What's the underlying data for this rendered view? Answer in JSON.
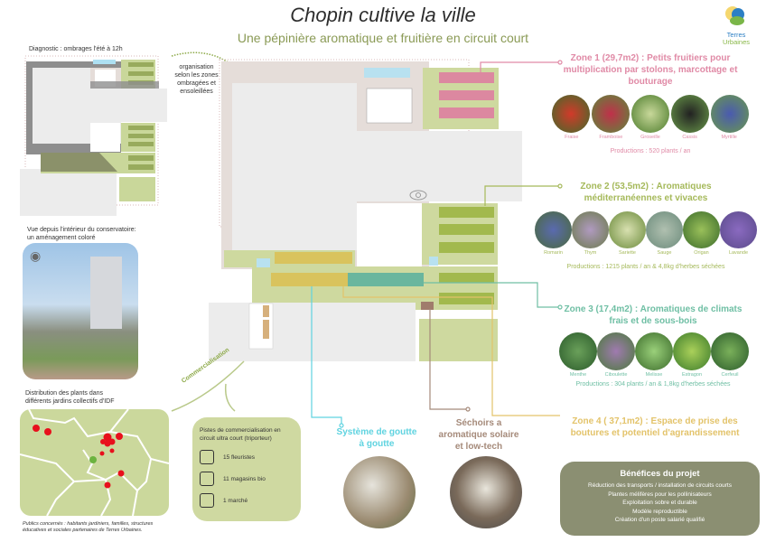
{
  "header": {
    "title": "Chopin cultive la ville",
    "subtitle": "Une pépinière aromatique et fruitière en circuit court"
  },
  "logo": {
    "line1": "Terres",
    "line2": "Urbaines"
  },
  "diagnostic": {
    "label": "Diagnostic : ombrages l'été à 12h"
  },
  "organisation": {
    "text": "organisation selon les zones ombragées et ensoleillées"
  },
  "view": {
    "label_line1": "Vue depuis l'intérieur du conservatoire:",
    "label_line2": "un aménagement coloré"
  },
  "distribution": {
    "label_line1": "Distribution des plants dans",
    "label_line2": "différents jardins collectifs d'IDF",
    "publics": "Publics concernés : habitants jardiniers, familles, structures éducatives et sociales partenaires de Terres Urbaines."
  },
  "commercialisation": {
    "label": "Commercialisation"
  },
  "pistes": {
    "title": "Pistes de commercialisation en circuit ultra court (triporteur)",
    "items": [
      {
        "icon": "florist-icon",
        "label": "15 fleuristes"
      },
      {
        "icon": "shop-icon",
        "label": "11 magasins bio"
      },
      {
        "icon": "market-stall-icon",
        "label": "1 marché"
      }
    ]
  },
  "zones": [
    {
      "title": "Zone 1 (29,7m2) : Petits fruitiers pour multiplication par stolons, marcottage et bouturage",
      "color": "#e08aa6",
      "plants": [
        "Fraise",
        "Framboise",
        "Groseille",
        "Cassis",
        "Myrtille"
      ],
      "production": "Productions : 520 plants / an"
    },
    {
      "title": "Zone 2 (53,5m2) : Aromatiques méditerranéennes et vivaces",
      "color": "#a5b95a",
      "plants": [
        "Romarin",
        "Thym",
        "Sariette",
        "Sauge",
        "Origan",
        "Lavande"
      ],
      "production": "Productions : 1215 plants / an & 4,8kg d'herbes séchées"
    },
    {
      "title": "Zone 3 (17,4m2) : Aromatiques de climats frais et de sous-bois",
      "color": "#6fbfa4",
      "plants": [
        "Menthe",
        "Ciboulette",
        "Melisse",
        "Estragon",
        "Cerfeuil"
      ],
      "production": "Productions : 304 plants / an & 1,8kg d'herbes séchées"
    },
    {
      "title": "Zone 4 ( 37,1m2) : Espace de prise des boutures et potentiel d'agrandissement",
      "color": "#e3c36a"
    }
  ],
  "drip": {
    "title": "Système de goutte à goutte",
    "color": "#5fd3e0"
  },
  "sechoir": {
    "title": "Séchoirs a aromatique solaire et low-tech",
    "color": "#a58a7a"
  },
  "benefits": {
    "title": "Bénéfices du projet",
    "items": [
      "Réduction des transports / installation de circuits courts",
      "Plantes mélifères pour les pollinisateurs",
      "Exploitation sobre et durable",
      "Modèle reproductible",
      "Création d'un poste salarié qualifié"
    ]
  }
}
